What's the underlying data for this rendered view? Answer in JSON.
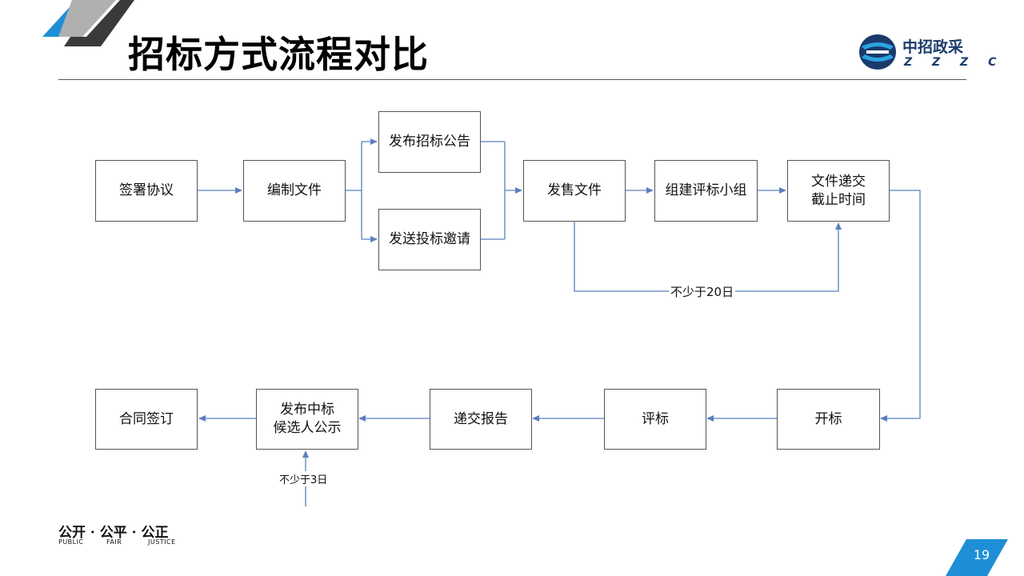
{
  "header": {
    "title": "招标方式流程对比",
    "logo_cn": "中招政采",
    "logo_en": "Z Z Z C"
  },
  "flow": {
    "nodes": {
      "n1": "签署协议",
      "n2": "编制文件",
      "n3a": "发布招标公告",
      "n3b": "发送投标邀请",
      "n4": "发售文件",
      "n5": "组建评标小组",
      "n6_line1": "文件递交",
      "n6_line2": "截止时间",
      "n7": "开标",
      "n8": "评标",
      "n9": "递交报告",
      "n10_line1": "发布中标",
      "n10_line2": "候选人公示",
      "n11": "合同签订"
    },
    "labels": {
      "min20": "不少于20日",
      "min3": "不少于3日"
    }
  },
  "footer": {
    "motto": "公开 · 公平 · 公正",
    "sub_public": "PUBLIC",
    "sub_fair": "FAIR",
    "sub_justice": "JUSTICE",
    "page_number": "19"
  },
  "colors": {
    "accent_blue": "#1e8fd6",
    "dark_grey": "#3a3a3a",
    "arrow_blue": "#5b7fbf",
    "logo_navy": "#1a3a6b"
  }
}
